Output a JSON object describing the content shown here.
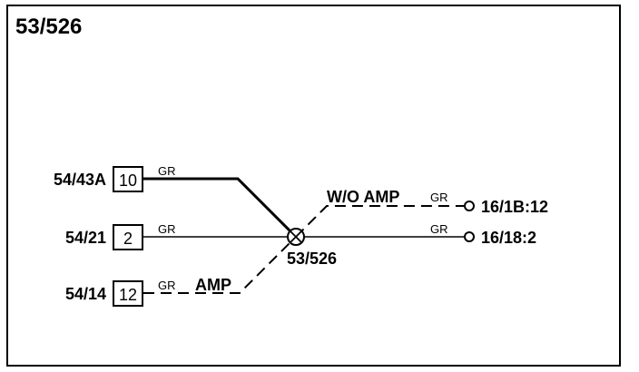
{
  "title": "53/526",
  "splice": {
    "label": "53/526"
  },
  "left_connectors": [
    {
      "connector": "54/43A",
      "pin": "10",
      "wire_color": "GR",
      "line": "solid"
    },
    {
      "connector": "54/21",
      "pin": "2",
      "wire_color": "GR",
      "line": "solid"
    },
    {
      "connector": "54/14",
      "pin": "12",
      "wire_color": "GR",
      "line": "dashed",
      "option": "AMP"
    }
  ],
  "right_connectors": [
    {
      "connector": "16/1B:12",
      "wire_color": "GR",
      "line": "dashed",
      "option": "W/O AMP"
    },
    {
      "connector": "16/18:2",
      "wire_color": "GR",
      "line": "solid"
    }
  ]
}
